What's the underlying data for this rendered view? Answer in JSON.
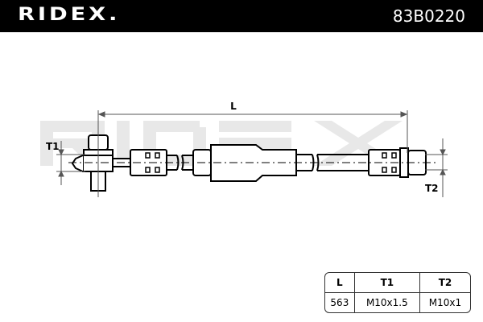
{
  "header": {
    "brand": "RIDEX.",
    "part_number": "83B0220"
  },
  "drawing": {
    "watermark": "RIDEX",
    "dim_length": "L",
    "dim_t1": "T1",
    "dim_t2": "T2"
  },
  "spec_table": {
    "headers": [
      "L",
      "T1",
      "T2"
    ],
    "values": [
      "563",
      "M10x1.5",
      "M10x1"
    ]
  }
}
